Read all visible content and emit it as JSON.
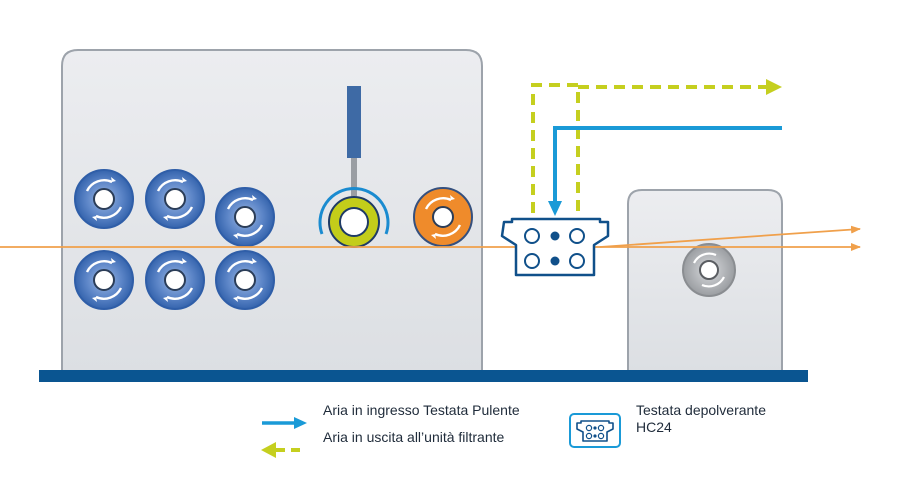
{
  "legend": {
    "air_in": "Aria in ingresso Testata Pulente",
    "air_out": "Aria in uscita all’unità filtrante",
    "head_line1": "Testata depolverante",
    "head_line2": "HC24"
  },
  "colors": {
    "machine_fill": "#e4e6ea",
    "machine_stroke": "#9da3ab",
    "base": "#0a5591",
    "roller_blue": "#3e6fb8",
    "roller_orange": "#ef8b2b",
    "roller_lime": "#c3cd1a",
    "web_line": "#f0a04b",
    "air_in": "#1a9ad7",
    "air_out": "#c5cf1f",
    "head": "#10508a",
    "grey_roller": "#8a8d91"
  },
  "icons": {
    "roller": "rotating-roller-icon",
    "arrow_in": "arrow-right-icon",
    "arrow_out": "arrow-left-dashed-icon",
    "head": "cleaning-head-icon"
  }
}
